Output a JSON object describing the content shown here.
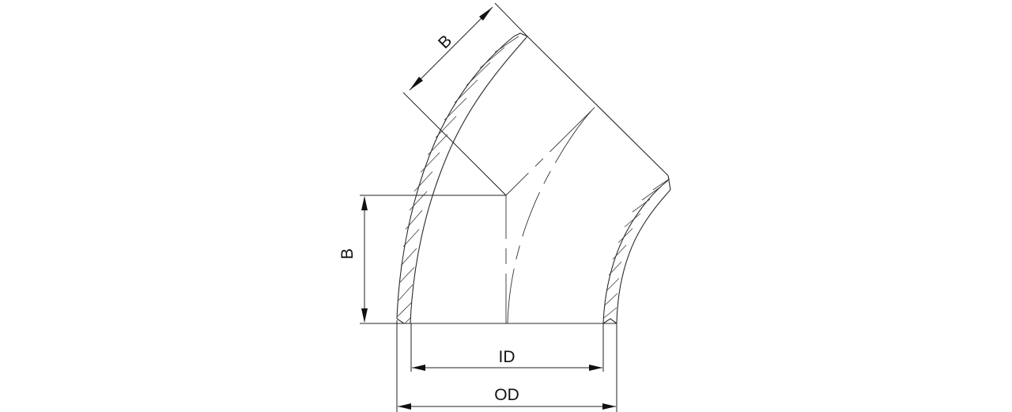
{
  "drawing": {
    "subject": "45 degree butt-weld elbow",
    "background": "#ffffff",
    "line_color": "#2a2a2a"
  },
  "dimensions": {
    "b_diagonal": {
      "label": "B"
    },
    "b_vertical": {
      "label": "B"
    },
    "inner_diameter": {
      "label": "ID"
    },
    "outer_diameter": {
      "label": "OD"
    }
  }
}
